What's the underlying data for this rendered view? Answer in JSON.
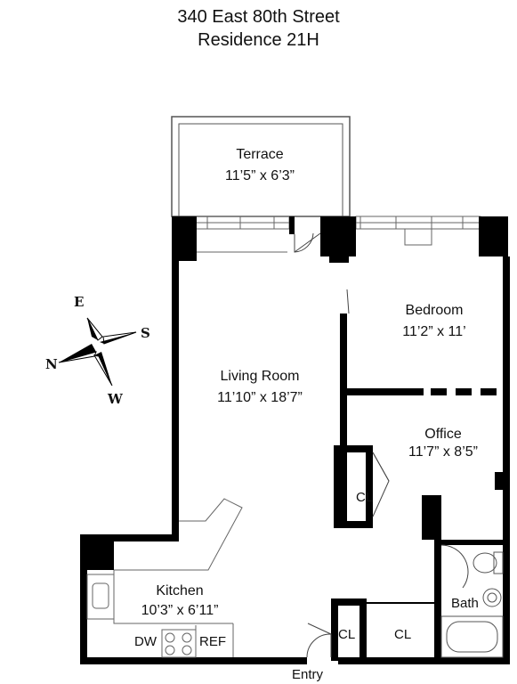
{
  "header": {
    "address": "340 East 80th Street",
    "unit": "Residence 21H"
  },
  "rooms": {
    "terrace": {
      "name": "Terrace",
      "dims": "11’5” x 6’3”"
    },
    "bedroom": {
      "name": "Bedroom",
      "dims": "11’2” x 11’"
    },
    "living": {
      "name": "Living Room",
      "dims": "11’10” x 18’7”"
    },
    "office": {
      "name": "Office",
      "dims": "11’7” x 8’5”"
    },
    "kitchen": {
      "name": "Kitchen",
      "dims": "10’3” x 6’11”"
    }
  },
  "fixtures": {
    "closet_office": "CL",
    "closet_entry_a": "CL",
    "closet_entry_b": "CL",
    "bath": "Bath",
    "dishwasher": "DW",
    "refrigerator": "REF",
    "entry": "Entry"
  },
  "compass": {
    "n": "N",
    "e": "E",
    "s": "S",
    "w": "W"
  },
  "colors": {
    "wall": "#000000",
    "thin_line": "#777777",
    "background": "#ffffff"
  }
}
